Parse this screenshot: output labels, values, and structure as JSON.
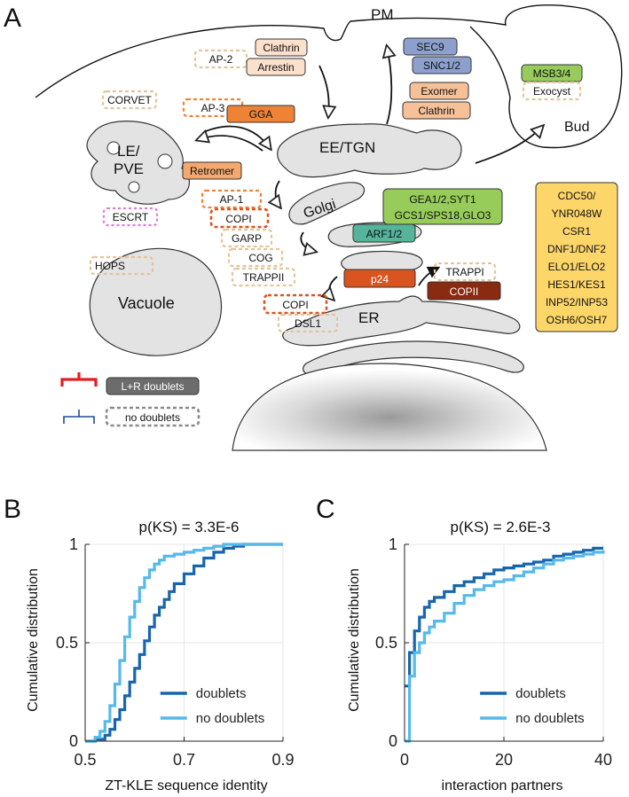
{
  "panel_a": {
    "letter": "A",
    "compartments": {
      "pm": "PM",
      "bud": "Bud",
      "le_pve_line1": "LE/",
      "le_pve_line2": "PVE",
      "ee_tgn": "EE/TGN",
      "golgi": "Golgi",
      "er": "ER",
      "vacuole": "Vacuole"
    },
    "complexes": {
      "clathrin_pm": "Clathrin",
      "ap2": "AP-2",
      "arrestin": "Arrestin",
      "corvet": "CORVET",
      "ap3": "AP-3",
      "gga": "GGA",
      "retromer": "Retromer",
      "escrt": "ESCRT",
      "hops": "HOPS",
      "ap1": "AP-1",
      "copi_golgi": "COPI",
      "garp": "GARP",
      "cog": "COG",
      "trappii": "TRAPPII",
      "copi_er": "COPI",
      "dsl1": "DSL1",
      "sec9": "SEC9",
      "snc12": "SNC1/2",
      "exomer": "Exomer",
      "clathrin_tgn": "Clathrin",
      "msb34": "MSB3/4",
      "exocyst": "Exocyst",
      "gea_line1": "GEA1/2,SYT1",
      "gea_line2": "GCS1/SPS18,GLO3",
      "arf12": "ARF1/2",
      "p24": "p24",
      "trappi": "TRAPPI",
      "copii": "COPII"
    },
    "yellow_list": [
      "CDC50/",
      "YNR048W",
      "CSR1",
      "DNF1/DNF2",
      "ELO1/ELO2",
      "HES1/KES1",
      "INP52/INP53",
      "OSH6/OSH7"
    ],
    "legend": {
      "doublets": "L+R doublets",
      "no_doublets": "no doublets"
    },
    "colors": {
      "membrane": "#e3e3e3",
      "blue": "#8da0cd",
      "green": "#97cc5a",
      "teal": "#55b49a",
      "orange": "#ee8336",
      "peach": "#f6c198",
      "light_peach": "#fbe0cc",
      "dark_orange": "#d9541e",
      "brown": "#8a2a10",
      "yellow": "#fdd66a",
      "escrt_pink": "#e07ccf",
      "doublet_red": "#e02020",
      "nodoublet_blue": "#1f4e93"
    }
  },
  "panel_b": {
    "letter": "B",
    "title": "p(KS) = 3.3E-6",
    "xlabel": "ZT-KLE sequence identity",
    "ylabel": "Cumulative distribution",
    "legend": [
      "doublets",
      "no doublets"
    ]
  },
  "panel_c": {
    "letter": "C",
    "title": "p(KS) = 2.6E-3",
    "xlabel": "interaction partners",
    "ylabel": "Cumulative distribution",
    "legend": [
      "doublets",
      "no doublets"
    ]
  },
  "chart_data": [
    {
      "type": "line",
      "title": "p(KS) = 3.3E-6",
      "xlabel": "ZT-KLE sequence identity",
      "ylabel": "Cumulative distribution",
      "xlim": [
        0.5,
        0.9
      ],
      "ylim": [
        0,
        1
      ],
      "xticks": [
        0.5,
        0.7,
        0.9
      ],
      "xtick_labels": [
        "0.5",
        "0.7",
        "0.9"
      ],
      "yticks": [
        0,
        0.5,
        1
      ],
      "ytick_labels": [
        "0",
        "0.5",
        "1"
      ],
      "grid": true,
      "legend_position": "bottom-right",
      "series": [
        {
          "name": "doublets",
          "color": "#1765ae",
          "x": [
            0.5,
            0.52,
            0.54,
            0.55,
            0.56,
            0.57,
            0.58,
            0.59,
            0.6,
            0.61,
            0.62,
            0.63,
            0.64,
            0.65,
            0.66,
            0.67,
            0.68,
            0.7,
            0.72,
            0.74,
            0.76,
            0.78,
            0.8,
            0.82,
            0.84,
            0.86,
            0.88,
            0.9
          ],
          "y": [
            0.0,
            0.01,
            0.03,
            0.06,
            0.11,
            0.16,
            0.23,
            0.3,
            0.37,
            0.44,
            0.51,
            0.58,
            0.64,
            0.68,
            0.72,
            0.76,
            0.8,
            0.85,
            0.89,
            0.93,
            0.96,
            0.98,
            0.99,
            1.0,
            1.0,
            1.0,
            1.0,
            1.0
          ]
        },
        {
          "name": "no doublets",
          "color": "#55b9ea",
          "x": [
            0.5,
            0.52,
            0.53,
            0.54,
            0.55,
            0.56,
            0.57,
            0.58,
            0.59,
            0.6,
            0.61,
            0.62,
            0.63,
            0.64,
            0.65,
            0.66,
            0.68,
            0.7,
            0.72,
            0.74,
            0.76,
            0.78,
            0.8,
            0.84,
            0.9
          ],
          "y": [
            0.0,
            0.02,
            0.05,
            0.1,
            0.18,
            0.29,
            0.41,
            0.53,
            0.63,
            0.71,
            0.78,
            0.83,
            0.87,
            0.9,
            0.92,
            0.94,
            0.95,
            0.96,
            0.97,
            0.98,
            0.99,
            1.0,
            1.0,
            1.0,
            1.0
          ]
        }
      ]
    },
    {
      "type": "line",
      "title": "p(KS) = 2.6E-3",
      "xlabel": "interaction partners",
      "ylabel": "Cumulative distribution",
      "xlim": [
        0,
        40
      ],
      "ylim": [
        0,
        1
      ],
      "xticks": [
        0,
        20,
        40
      ],
      "xtick_labels": [
        "0",
        "20",
        "40"
      ],
      "yticks": [
        0,
        0.5,
        1
      ],
      "ytick_labels": [
        "0",
        "0.5",
        "1"
      ],
      "grid": true,
      "legend_position": "bottom-right",
      "series": [
        {
          "name": "doublets",
          "color": "#1765ae",
          "x": [
            0,
            1,
            2,
            3,
            4,
            5,
            6,
            8,
            10,
            12,
            14,
            16,
            18,
            20,
            22,
            24,
            26,
            28,
            30,
            32,
            34,
            36,
            38,
            40
          ],
          "y": [
            0.28,
            0.45,
            0.56,
            0.63,
            0.68,
            0.71,
            0.73,
            0.76,
            0.79,
            0.81,
            0.83,
            0.85,
            0.87,
            0.88,
            0.89,
            0.9,
            0.91,
            0.92,
            0.94,
            0.95,
            0.96,
            0.97,
            0.98,
            0.98
          ]
        },
        {
          "name": "no doublets",
          "color": "#55b9ea",
          "x": [
            0,
            1,
            2,
            3,
            4,
            5,
            6,
            8,
            10,
            12,
            14,
            16,
            18,
            20,
            22,
            24,
            26,
            28,
            30,
            32,
            34,
            36,
            38,
            40
          ],
          "y": [
            0.0,
            0.33,
            0.45,
            0.5,
            0.55,
            0.58,
            0.61,
            0.65,
            0.7,
            0.74,
            0.77,
            0.79,
            0.81,
            0.82,
            0.84,
            0.86,
            0.88,
            0.9,
            0.92,
            0.93,
            0.94,
            0.95,
            0.96,
            0.97
          ]
        }
      ]
    }
  ]
}
